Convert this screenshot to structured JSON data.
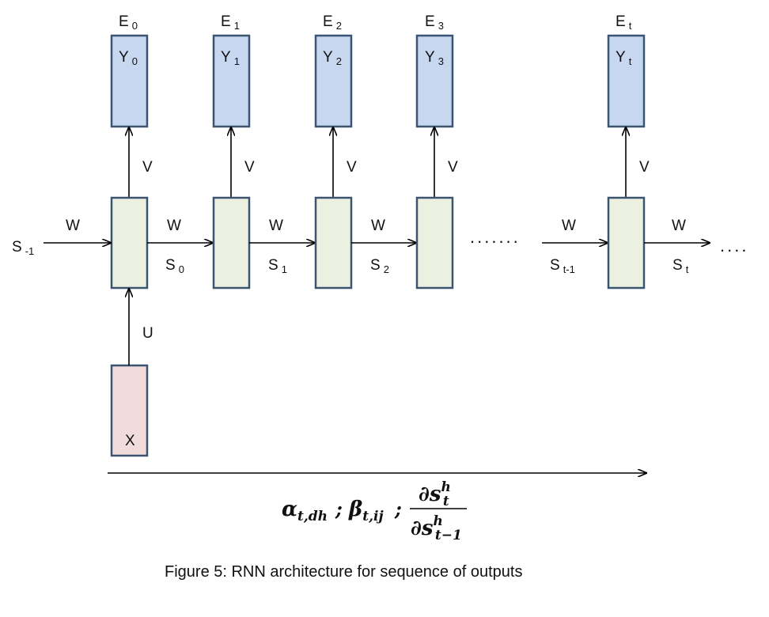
{
  "diagram": {
    "columns": [
      {
        "e": "E",
        "e_sub": "0",
        "y": "Y",
        "y_sub": "0",
        "v": "V",
        "w": "W",
        "s": "S",
        "s_sub": "0"
      },
      {
        "e": "E",
        "e_sub": "1",
        "y": "Y",
        "y_sub": "1",
        "v": "V",
        "w": "W",
        "s": "S",
        "s_sub": "1"
      },
      {
        "e": "E",
        "e_sub": "2",
        "y": "Y",
        "y_sub": "2",
        "v": "V",
        "w": "W",
        "s": "S",
        "s_sub": "2"
      },
      {
        "e": "E",
        "e_sub": "3",
        "y": "Y",
        "y_sub": "3",
        "v": "V"
      },
      {
        "e": "E",
        "e_sub": "t",
        "y": "Y",
        "y_sub": "t",
        "v": "V",
        "w": "W",
        "s": "S",
        "s_sub": "t"
      }
    ],
    "initial_state": {
      "w": "W",
      "s": "S",
      "s_sub": "-1"
    },
    "prev_state": {
      "w": "W",
      "s": "S",
      "s_sub": "t-1"
    },
    "input": {
      "label": "X",
      "u": "U"
    },
    "ellipsis_middle": ".......",
    "ellipsis_end": "....",
    "formula": {
      "alpha": "α",
      "alpha_sub": "t,dh",
      "sep1": ";",
      "beta": "β",
      "beta_sub": "t,ij",
      "sep2": ";",
      "num_d": "∂s",
      "num_sup": "h",
      "num_sub": "t",
      "den_d": "∂s",
      "den_sup": "h",
      "den_sub": "t−1"
    }
  },
  "caption": "Figure 5: RNN architecture for sequence of outputs"
}
